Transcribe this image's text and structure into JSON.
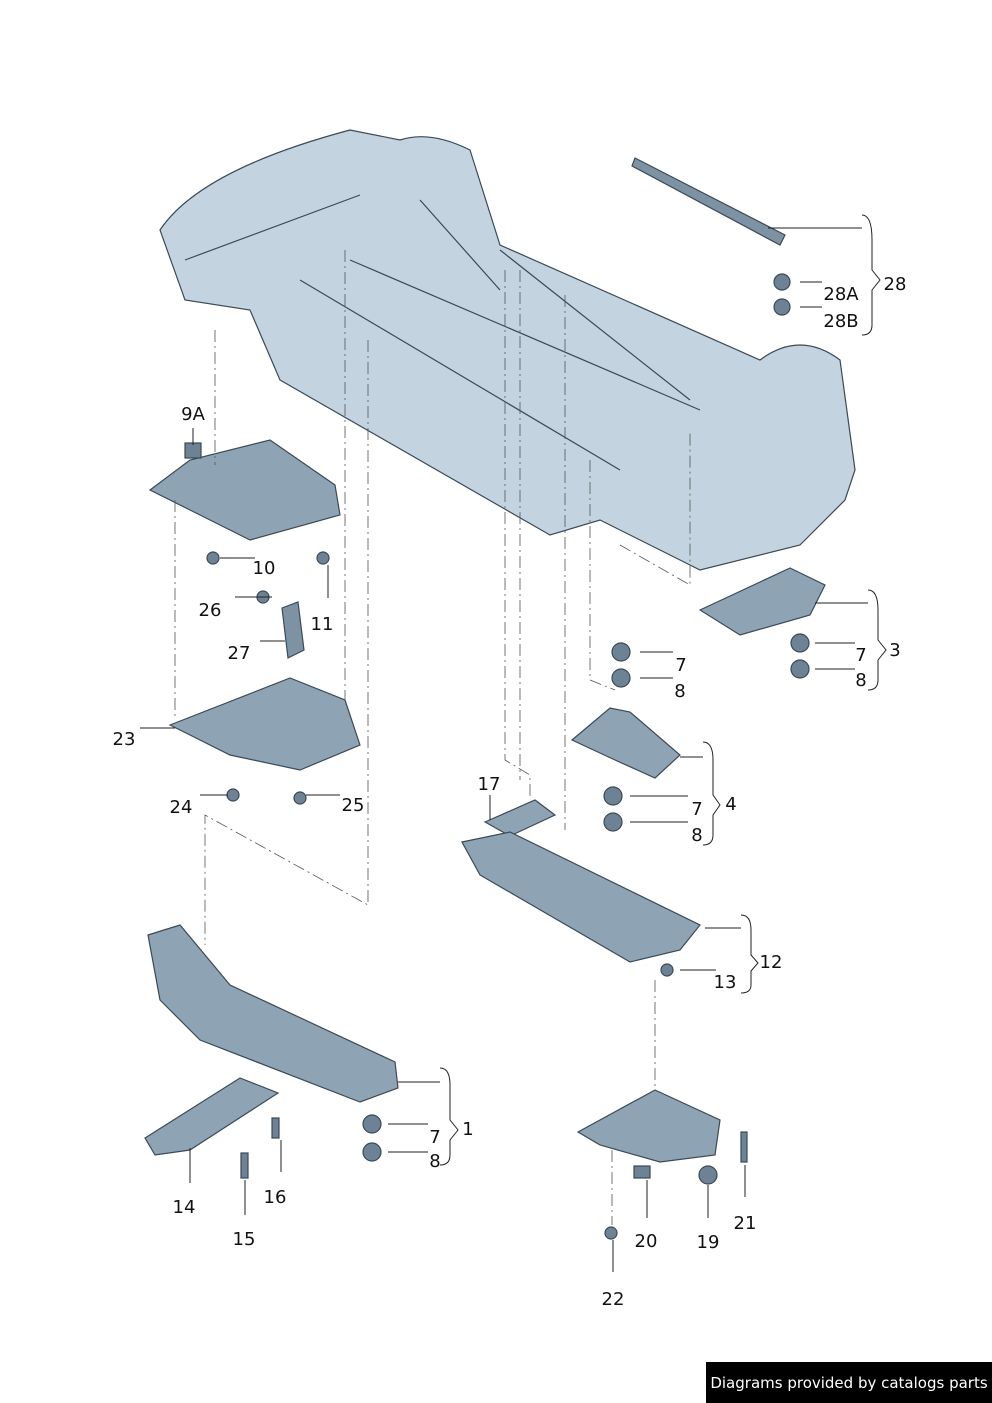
{
  "diagram": {
    "callouts": [
      "28",
      "28A",
      "28B",
      "9A",
      "10",
      "11",
      "26",
      "27",
      "3",
      "7",
      "8",
      "7",
      "8",
      "23",
      "24",
      "25",
      "17",
      "4",
      "7",
      "8",
      "12",
      "13",
      "1",
      "7",
      "8",
      "14",
      "15",
      "16",
      "20",
      "19",
      "21",
      "22"
    ]
  },
  "footer": {
    "text": "Diagrams provided by catalogs parts"
  },
  "colors": {
    "part_fill": "#b9cbd8",
    "part_dark": "#5d7284",
    "line": "#3a4a56"
  }
}
